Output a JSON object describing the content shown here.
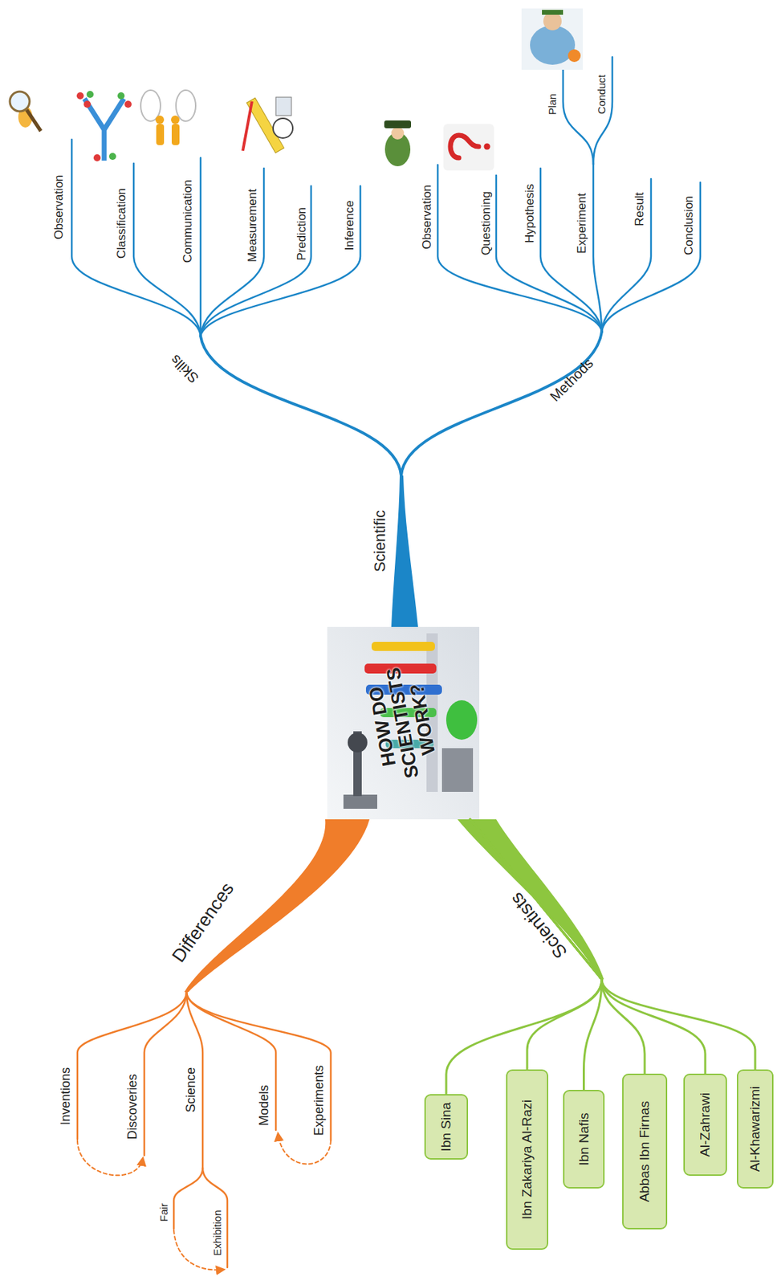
{
  "diagram": {
    "nodes": [
      {
        "text": [
          "HOW DO SCIENTISTS WORK?"
        ]
      },
      {
        "text": [
          "Ibn Sina"
        ]
      },
      {
        "text": [
          "Ibn Zakariya Al-Razi"
        ]
      },
      {
        "text": [
          "Ibn Nafis"
        ]
      },
      {
        "text": [
          "Abbas Ibn Firnas"
        ]
      },
      {
        "text": [
          "Al-Zahrawi"
        ]
      },
      {
        "text": [
          "Al-Khawarizmi"
        ]
      }
    ],
    "edges": [
      {
        "from": 0,
        "to": 1,
        "arrow": "none"
      },
      {
        "from": 0,
        "to": 2,
        "arrow": "none"
      },
      {
        "from": 0,
        "to": 3,
        "arrow": "none"
      },
      {
        "from": 0,
        "to": 4,
        "arrow": "none"
      },
      {
        "from": 0,
        "to": 5,
        "arrow": "none"
      },
      {
        "from": 0,
        "to": 6,
        "arrow": "none"
      }
    ],
    "labels": [
      "Scientific",
      "Skills",
      "Observation",
      "Classification",
      "Communication",
      "Measurement",
      "Prediction",
      "Inference",
      "Methods",
      "Observation",
      "Questioning",
      "Hypothesis",
      "Experiment",
      "Plan",
      "Conduct",
      "Result",
      "Conclusion",
      "Differences",
      "Inventions",
      "Discoveries",
      "Science",
      "Fair",
      "Exhibition",
      "Models",
      "Experiments",
      "Scientists"
    ]
  }
}
